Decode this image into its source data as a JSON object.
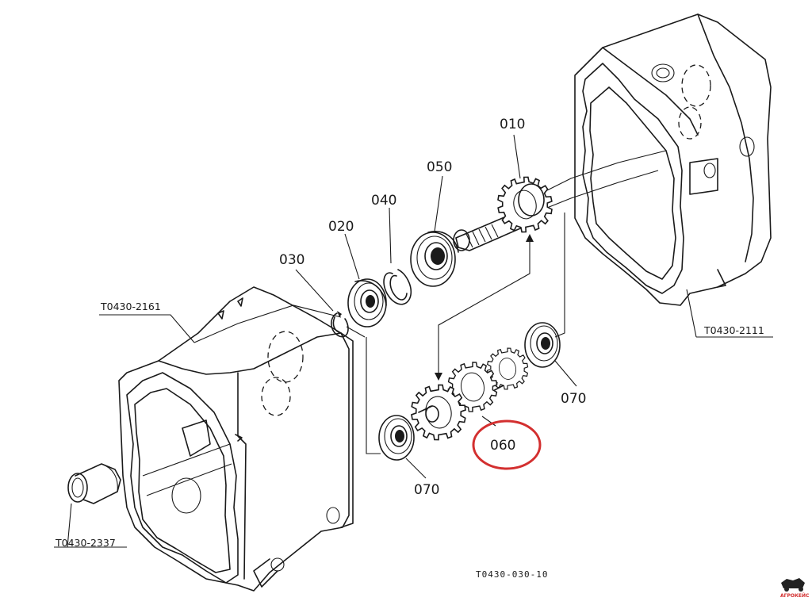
{
  "diagram": {
    "part_labels": {
      "p010": "010",
      "p020": "020",
      "p030": "030",
      "p040": "040",
      "p050": "050",
      "p060": "060",
      "p070_right": "070",
      "p070_bottom": "070"
    },
    "reference_labels": {
      "left_housing": "T0430-2161",
      "right_housing": "T0430-2111",
      "sleeve": "T0430-2337"
    },
    "drawing_code": "T0430-030-10",
    "highlight": {
      "part": "060",
      "color": "#d32f2f"
    },
    "watermark": "АГРОКЕЙС"
  }
}
